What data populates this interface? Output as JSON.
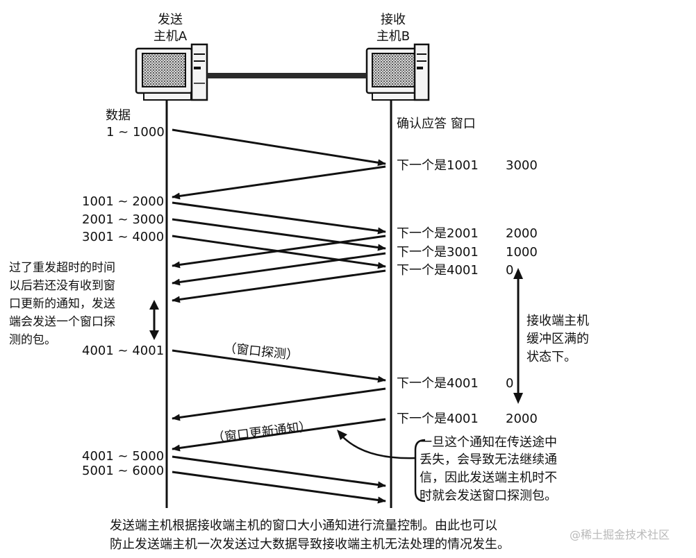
{
  "host_a": {
    "line1": "发送",
    "line2": "主机A"
  },
  "host_b": {
    "line1": "接收",
    "line2": "主机B"
  },
  "left_header": "数据",
  "right_header": "确认应答 窗口",
  "data_ranges": [
    "1 ~ 1000",
    "1001 ~ 2000",
    "2001 ~ 3000",
    "3001 ~ 4000",
    "4001 ~ 4001",
    "4001 ~ 5000",
    "5001 ~ 6000"
  ],
  "acks": [
    {
      "text": "下一个是1001",
      "window": "3000"
    },
    {
      "text": "下一个是2001",
      "window": "2000"
    },
    {
      "text": "下一个是3001",
      "window": "1000"
    },
    {
      "text": "下一个是4001",
      "window": "0"
    },
    {
      "text": "下一个是4001",
      "window": "0"
    },
    {
      "text": "下一个是4001",
      "window": "2000"
    }
  ],
  "left_note": [
    "过了重发超时的时间",
    "以后若还没有收到窗",
    "口更新的通知，发送",
    "端会发送一个窗口探",
    "测的包。"
  ],
  "right_note": [
    "接收端主机",
    "缓冲区满的",
    "状态下。"
  ],
  "probe_label": "（窗口探测）",
  "update_label": "（窗口更新通知）",
  "callout": [
    "一旦这个通知在传送途中",
    "丢失，会导致无法继续通",
    "信，因此发送端主机时不",
    "时就会发送窗口探测包。"
  ],
  "caption": [
    "发送端主机根据接收端主机的窗口大小通知进行流量控制。由此也可以",
    "防止发送端主机一次发送过大数据导致接收端主机无法处理的情况发生。"
  ],
  "watermark": "@稀土掘金技术社区"
}
